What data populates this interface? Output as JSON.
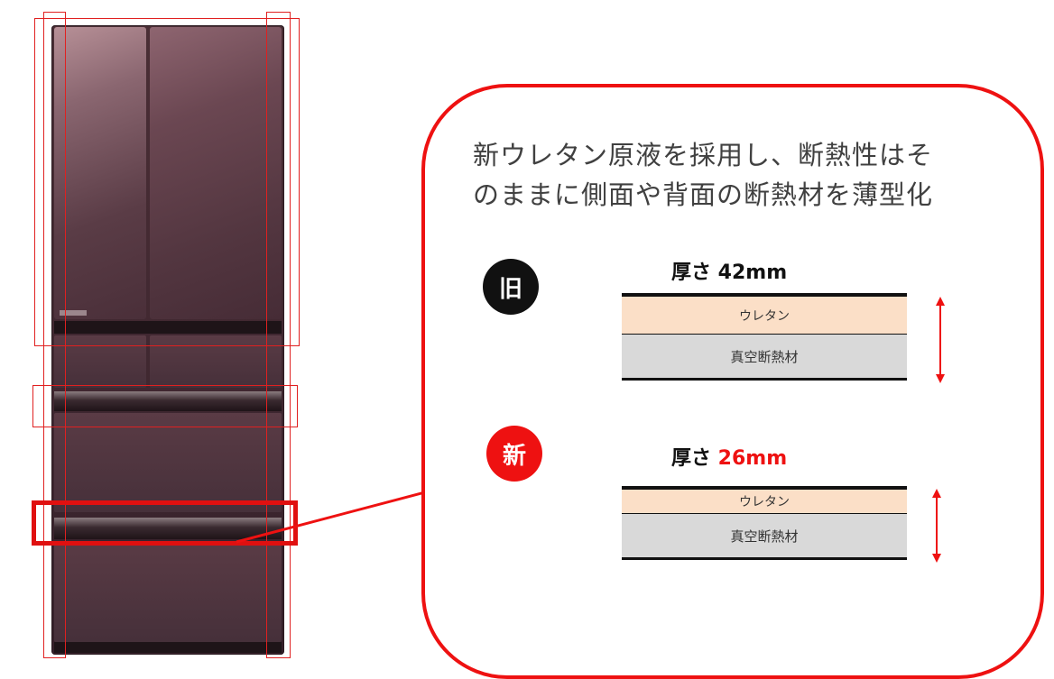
{
  "headline": {
    "line1": "新ウレタン原液を採用し、断熱性はそ",
    "line2": "のままに側面や背面の断熱材を薄型化"
  },
  "old": {
    "badge": "旧",
    "thickness_prefix": "厚さ ",
    "thickness_value": "42mm",
    "layer_urethane": "ウレタン",
    "layer_vacuum": "真空断熱材"
  },
  "new": {
    "badge": "新",
    "thickness_prefix": "厚さ ",
    "thickness_value": "26mm",
    "layer_urethane": "ウレタン",
    "layer_vacuum": "真空断熱材"
  },
  "colors": {
    "accent_red": "#ee1111",
    "badge_old": "#111111",
    "urethane": "#fbdfc7",
    "vacuum": "#d9d9d9"
  }
}
